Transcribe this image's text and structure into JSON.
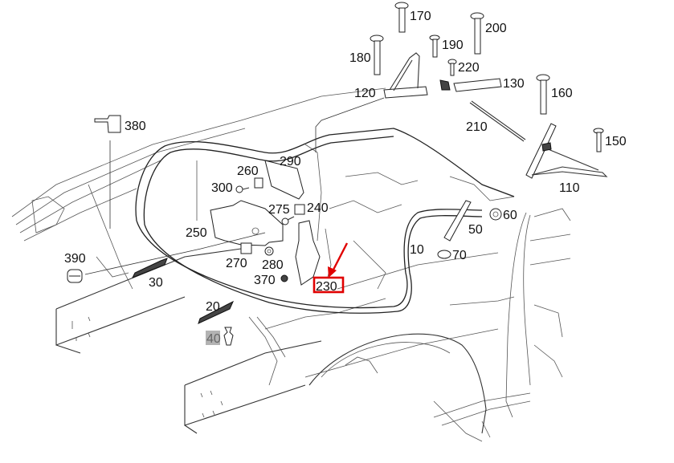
{
  "diagram": {
    "type": "exploded-parts-diagram",
    "subject": "rear body structure / trunk lid seal and hinges",
    "accent_color": "#e00000",
    "highlight_color": "#b3b3b3",
    "selected_part": "230",
    "highlighted_part": "40",
    "parts": [
      {
        "id": "p10",
        "number": "10",
        "kind": "trunk-seal"
      },
      {
        "id": "p20",
        "number": "20",
        "kind": "trim-strip"
      },
      {
        "id": "p30",
        "number": "30",
        "kind": "trim-strip"
      },
      {
        "id": "p40",
        "number": "40",
        "kind": "clip",
        "highlighted": true
      },
      {
        "id": "p50",
        "number": "50",
        "kind": "hose"
      },
      {
        "id": "p60",
        "number": "60",
        "kind": "grommet"
      },
      {
        "id": "p70",
        "number": "70",
        "kind": "grommet"
      },
      {
        "id": "p110",
        "number": "110",
        "kind": "hinge"
      },
      {
        "id": "p120",
        "number": "120",
        "kind": "hinge"
      },
      {
        "id": "p130",
        "number": "130",
        "kind": "hinge-arm"
      },
      {
        "id": "p150",
        "number": "150",
        "kind": "bolt"
      },
      {
        "id": "p160",
        "number": "160",
        "kind": "bolt"
      },
      {
        "id": "p170",
        "number": "170",
        "kind": "bolt"
      },
      {
        "id": "p180",
        "number": "180",
        "kind": "bolt"
      },
      {
        "id": "p190",
        "number": "190",
        "kind": "bolt"
      },
      {
        "id": "p200",
        "number": "200",
        "kind": "bolt"
      },
      {
        "id": "p210",
        "number": "210",
        "kind": "torsion-rod"
      },
      {
        "id": "p220",
        "number": "220",
        "kind": "bolt"
      },
      {
        "id": "p230",
        "number": "230",
        "kind": "panel",
        "selected": true
      },
      {
        "id": "p240",
        "number": "240",
        "kind": "bracket"
      },
      {
        "id": "p250",
        "number": "250",
        "kind": "panel"
      },
      {
        "id": "p260",
        "number": "260",
        "kind": "bracket"
      },
      {
        "id": "p270",
        "number": "270",
        "kind": "bracket"
      },
      {
        "id": "p275",
        "number": "275",
        "kind": "screw"
      },
      {
        "id": "p280",
        "number": "280",
        "kind": "nut"
      },
      {
        "id": "p290",
        "number": "290",
        "kind": "panel"
      },
      {
        "id": "p300",
        "number": "300",
        "kind": "screw"
      },
      {
        "id": "p370",
        "number": "370",
        "kind": "clip"
      },
      {
        "id": "p380",
        "number": "380",
        "kind": "bracket"
      },
      {
        "id": "p390",
        "number": "390",
        "kind": "cap"
      }
    ],
    "labels": {
      "p10": "10",
      "p20": "20",
      "p30": "30",
      "p40": "40",
      "p50": "50",
      "p60": "60",
      "p70": "70",
      "p110": "110",
      "p120": "120",
      "p130": "130",
      "p150": "150",
      "p160": "160",
      "p170": "170",
      "p180": "180",
      "p190": "190",
      "p200": "200",
      "p210": "210",
      "p220": "220",
      "p230": "230",
      "p240": "240",
      "p250": "250",
      "p260": "260",
      "p270": "270",
      "p275": "275",
      "p280": "280",
      "p290": "290",
      "p300": "300",
      "p370": "370",
      "p380": "380",
      "p390": "390"
    }
  }
}
